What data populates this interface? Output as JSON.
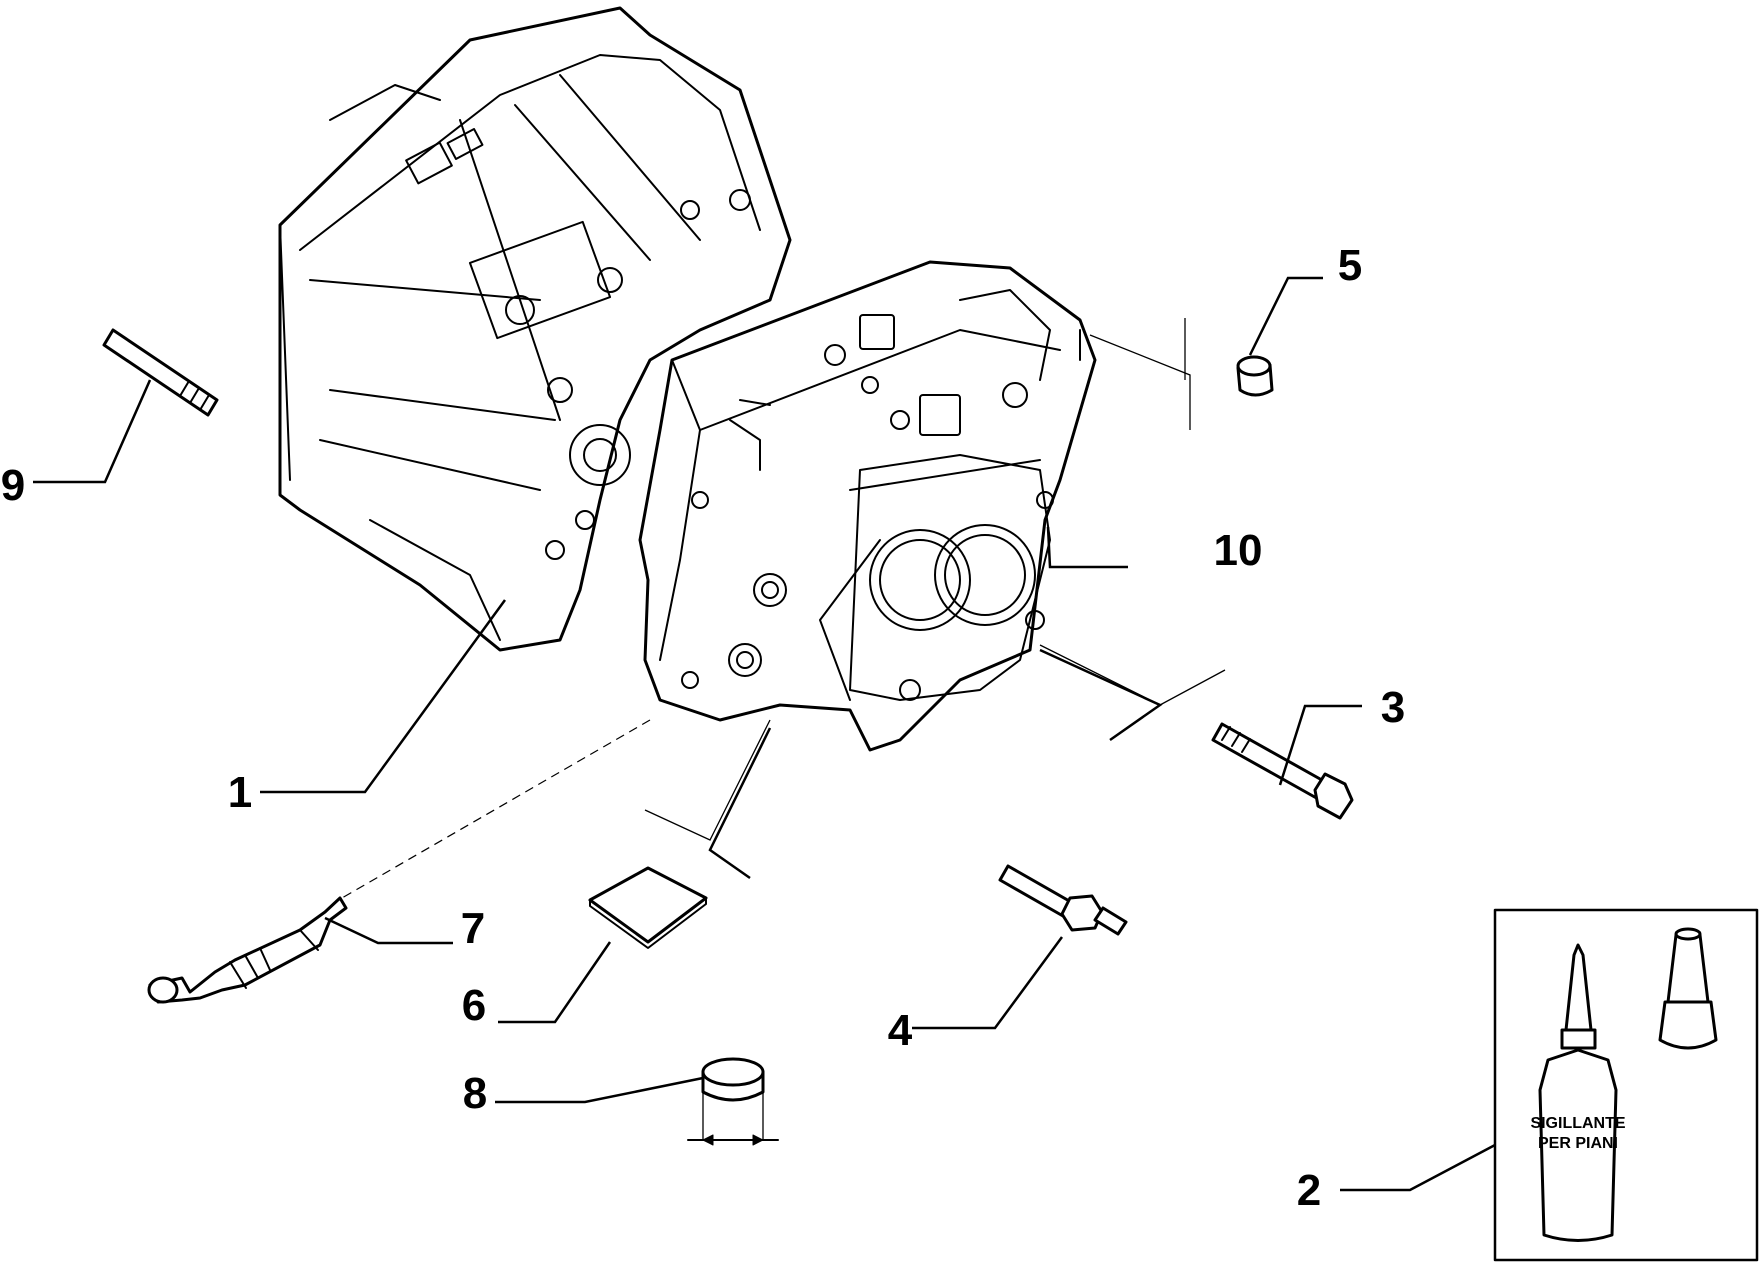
{
  "callouts": {
    "c1": "1",
    "c2": "2",
    "c3": "3",
    "c4": "4",
    "c5": "5",
    "c6": "6",
    "c7": "7",
    "c8": "8",
    "c9": "9",
    "c10": "10"
  },
  "sealant_label": {
    "line1": "SIGILLANTE",
    "line2": "PER PIANI"
  }
}
